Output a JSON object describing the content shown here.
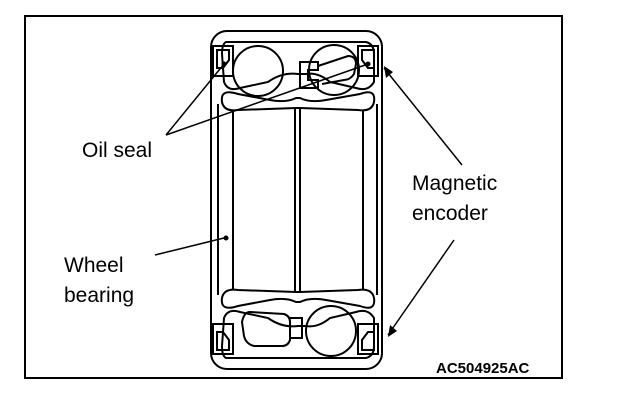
{
  "labels": {
    "oil_seal": "Oil seal",
    "magnetic_encoder_line1": "Magnetic",
    "magnetic_encoder_line2": "encoder",
    "wheel_bearing_line1": "Wheel",
    "wheel_bearing_line2": "bearing"
  },
  "figure_code": "AC504925AC",
  "colors": {
    "ink": "#000000",
    "paper": "#ffffff"
  }
}
